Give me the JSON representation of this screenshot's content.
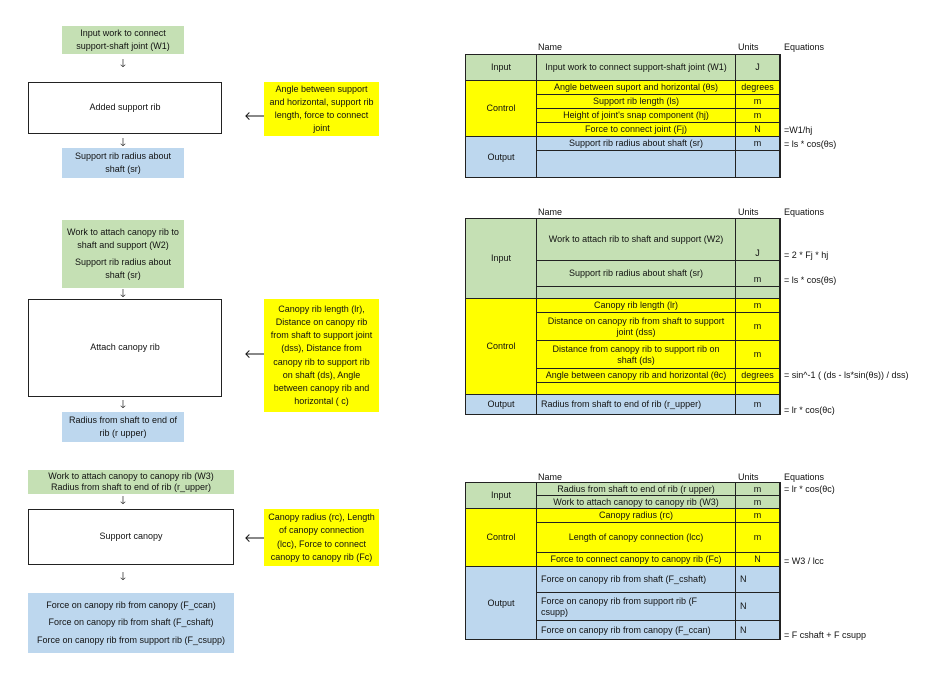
{
  "headers": {
    "name": "Name",
    "units": "Units",
    "equations": "Equations"
  },
  "section1": {
    "input_box": "Input work to connect support-shaft joint (W1)",
    "process_box": "Added support rib",
    "control_box": "Angle between support and horizontal, support rib length, force to connect joint",
    "output_box": "Support rib radius about shaft (sr)",
    "table": {
      "input_label": "Input",
      "control_label": "Control",
      "output_label": "Output",
      "input_rows": [
        {
          "name": "Input work to connect support-shaft joint (W1)",
          "unit": "J"
        }
      ],
      "control_rows": [
        {
          "name": "Angle between suport and horizontal (θs)",
          "unit": "degrees"
        },
        {
          "name": "Support rib length (ls)",
          "unit": "m"
        },
        {
          "name": "Height of joint's snap component (hj)",
          "unit": "m"
        },
        {
          "name": "Force to connect joint (Fj)",
          "unit": "N"
        }
      ],
      "output_rows": [
        {
          "name": "Support rib radius about shaft (sr)",
          "unit": "m"
        }
      ],
      "equations": [
        "=W1/hj",
        "= ls * cos(θs)"
      ]
    }
  },
  "section2": {
    "input_box": [
      "Work to attach canopy rib to shaft and support (W2)",
      "Support rib radius about shaft (sr)"
    ],
    "process_box": "Attach canopy rib",
    "control_box": "Canopy rib length (lr), Distance on canopy rib from shaft to support joint (dss), Distance from canopy rib to support rib on shaft (ds), Angle between canopy rib and horizontal (  c)",
    "output_box": "Radius from shaft to end of rib (r  upper)",
    "table": {
      "input_label": "Input",
      "control_label": "Control",
      "output_label": "Output",
      "input_rows": [
        {
          "name": "Work to attach rib to shaft and support (W2)",
          "unit": "J"
        },
        {
          "name": "Support rib radius about shaft (sr)",
          "unit": "m"
        }
      ],
      "control_rows": [
        {
          "name": "Canopy rib length (lr)",
          "unit": "m"
        },
        {
          "name": "Distance on canopy rib from shaft to support joint (dss)",
          "unit": "m"
        },
        {
          "name": "Distance from canopy rib to support rib on shaft (ds)",
          "unit": "m"
        },
        {
          "name": "Angle between canopy rib and horizontal (θc)",
          "unit": "degrees"
        }
      ],
      "output_rows": [
        {
          "name": "Radius from shaft to end of rib (r_upper)",
          "unit": "m"
        }
      ],
      "equations": [
        "= 2 * Fj * hj",
        "= ls * cos(θs)",
        "= sin^-1 ( (ds - ls*sin(θs)) / dss)",
        "= lr * cos(θc)"
      ]
    }
  },
  "section3": {
    "input_box": [
      "Work to attach canopy to canopy rib (W3)",
      "Radius from shaft to end of rib (r_upper)"
    ],
    "process_box": "Support canopy",
    "control_box": "Canopy radius (rc), Length of canopy connection (lcc), Force to connect canopy to canopy rib (Fc)",
    "output_box": [
      "Force on canopy rib from canopy (F_ccan)",
      "Force on canopy rib from shaft (F_cshaft)",
      "Force on canopy rib from support rib (F_csupp)"
    ],
    "table": {
      "input_label": "Input",
      "control_label": "Control",
      "output_label": "Output",
      "input_rows": [
        {
          "name": "Radius from shaft to end of rib (r  upper)",
          "unit": "m"
        },
        {
          "name": "Work to attach canopy to canopy rib (W3)",
          "unit": "m"
        }
      ],
      "control_rows": [
        {
          "name": "Canopy radius (rc)",
          "unit": "m"
        },
        {
          "name": "Length of canopy connection (lcc)",
          "unit": "m"
        },
        {
          "name": "Force to connect canopy to canopy rib (Fc)",
          "unit": "N"
        }
      ],
      "output_rows": [
        {
          "name": "Force on canopy rib from shaft (F_cshaft)",
          "unit": "N"
        },
        {
          "name": "Force on canopy rib from support rib (F csupp)",
          "unit": "N"
        },
        {
          "name": "Force on canopy rib from canopy (F_ccan)",
          "unit": "N"
        }
      ],
      "equations": [
        "= lr * cos(θc)",
        "= W3 / lcc",
        "= F  cshaft + F  csupp"
      ]
    }
  },
  "arrows": {
    "down": "🡓",
    "left": "🡐"
  }
}
